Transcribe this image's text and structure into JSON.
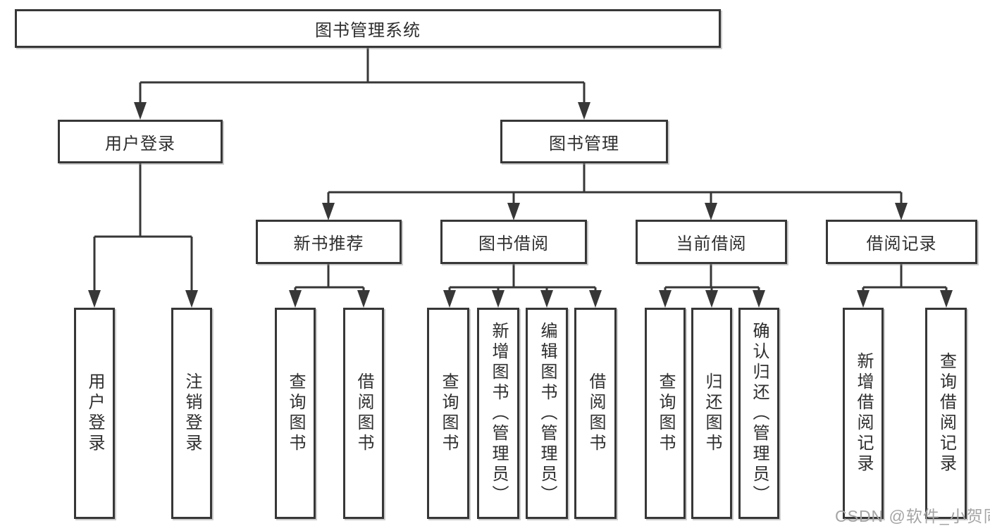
{
  "tree": {
    "root": {
      "label": "图书管理系统",
      "children": [
        {
          "label": "用户登录",
          "children": [
            {
              "label": "用户登录"
            },
            {
              "label": "注销登录"
            }
          ]
        },
        {
          "label": "图书管理",
          "children": [
            {
              "label": "新书推荐",
              "children": [
                {
                  "label": "查询图书"
                },
                {
                  "label": "借阅图书"
                }
              ]
            },
            {
              "label": "图书借阅",
              "children": [
                {
                  "label": "查询图书"
                },
                {
                  "label": "新增图书（管理员）"
                },
                {
                  "label": "编辑图书（管理员）"
                },
                {
                  "label": "借阅图书"
                }
              ]
            },
            {
              "label": "当前借阅",
              "children": [
                {
                  "label": "查询图书"
                },
                {
                  "label": "归还图书"
                },
                {
                  "label": "确认归还（管理员）"
                }
              ]
            },
            {
              "label": "借阅记录",
              "children": [
                {
                  "label": "新增借阅记录"
                },
                {
                  "label": "查询借阅记录"
                }
              ]
            }
          ]
        }
      ]
    }
  },
  "watermark": {
    "text": "CSDN @软件_小贺同学"
  },
  "colors": {
    "line": "#373737",
    "text": "#2e2e2e",
    "background": "#ffffff",
    "watermark": "#a5a5a5"
  }
}
